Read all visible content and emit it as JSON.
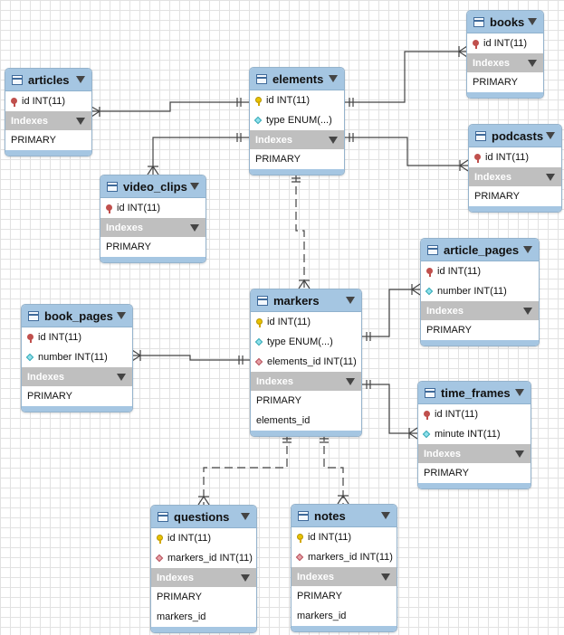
{
  "colors": {
    "header": "#a5c6e2",
    "indexes_band": "#bfbfbf",
    "connector": "#444444"
  },
  "icons": {
    "table": "table-icon",
    "primary_key_red": "key-red-icon",
    "primary_key_gold": "key-gold-icon",
    "column": "diamond-cyan-icon",
    "foreign_key": "diamond-red-icon",
    "collapse": "triangle-down-icon"
  },
  "tables": {
    "books": {
      "name": "books",
      "columns": [
        {
          "label": "id INT(11)",
          "icon": "key-red"
        }
      ],
      "indexes_label": "Indexes",
      "indexes": [
        "PRIMARY"
      ]
    },
    "articles": {
      "name": "articles",
      "columns": [
        {
          "label": "id INT(11)",
          "icon": "key-red"
        }
      ],
      "indexes_label": "Indexes",
      "indexes": [
        "PRIMARY"
      ]
    },
    "elements": {
      "name": "elements",
      "columns": [
        {
          "label": "id INT(11)",
          "icon": "key-gold"
        },
        {
          "label": "type ENUM(...)",
          "icon": "diamond-cyan"
        }
      ],
      "indexes_label": "Indexes",
      "indexes": [
        "PRIMARY"
      ]
    },
    "podcasts": {
      "name": "podcasts",
      "columns": [
        {
          "label": "id INT(11)",
          "icon": "key-red"
        }
      ],
      "indexes_label": "Indexes",
      "indexes": [
        "PRIMARY"
      ]
    },
    "video_clips": {
      "name": "video_clips",
      "columns": [
        {
          "label": "id INT(11)",
          "icon": "key-red"
        }
      ],
      "indexes_label": "Indexes",
      "indexes": [
        "PRIMARY"
      ]
    },
    "article_pages": {
      "name": "article_pages",
      "columns": [
        {
          "label": "id INT(11)",
          "icon": "key-red"
        },
        {
          "label": "number INT(11)",
          "icon": "diamond-cyan"
        }
      ],
      "indexes_label": "Indexes",
      "indexes": [
        "PRIMARY"
      ]
    },
    "book_pages": {
      "name": "book_pages",
      "columns": [
        {
          "label": "id INT(11)",
          "icon": "key-red"
        },
        {
          "label": "number INT(11)",
          "icon": "diamond-cyan"
        }
      ],
      "indexes_label": "Indexes",
      "indexes": [
        "PRIMARY"
      ]
    },
    "markers": {
      "name": "markers",
      "columns": [
        {
          "label": "id INT(11)",
          "icon": "key-gold"
        },
        {
          "label": "type ENUM(...)",
          "icon": "diamond-cyan"
        },
        {
          "label": "elements_id INT(11)",
          "icon": "diamond-red"
        }
      ],
      "indexes_label": "Indexes",
      "indexes": [
        "PRIMARY",
        "elements_id"
      ]
    },
    "time_frames": {
      "name": "time_frames",
      "columns": [
        {
          "label": "id INT(11)",
          "icon": "key-red"
        },
        {
          "label": "minute INT(11)",
          "icon": "diamond-cyan"
        }
      ],
      "indexes_label": "Indexes",
      "indexes": [
        "PRIMARY"
      ]
    },
    "questions": {
      "name": "questions",
      "columns": [
        {
          "label": "id INT(11)",
          "icon": "key-gold"
        },
        {
          "label": "markers_id INT(11)",
          "icon": "diamond-red"
        }
      ],
      "indexes_label": "Indexes",
      "indexes": [
        "PRIMARY",
        "markers_id"
      ]
    },
    "notes": {
      "name": "notes",
      "columns": [
        {
          "label": "id INT(11)",
          "icon": "key-gold"
        },
        {
          "label": "markers_id INT(11)",
          "icon": "diamond-red"
        }
      ],
      "indexes_label": "Indexes",
      "indexes": [
        "PRIMARY",
        "markers_id"
      ]
    }
  }
}
